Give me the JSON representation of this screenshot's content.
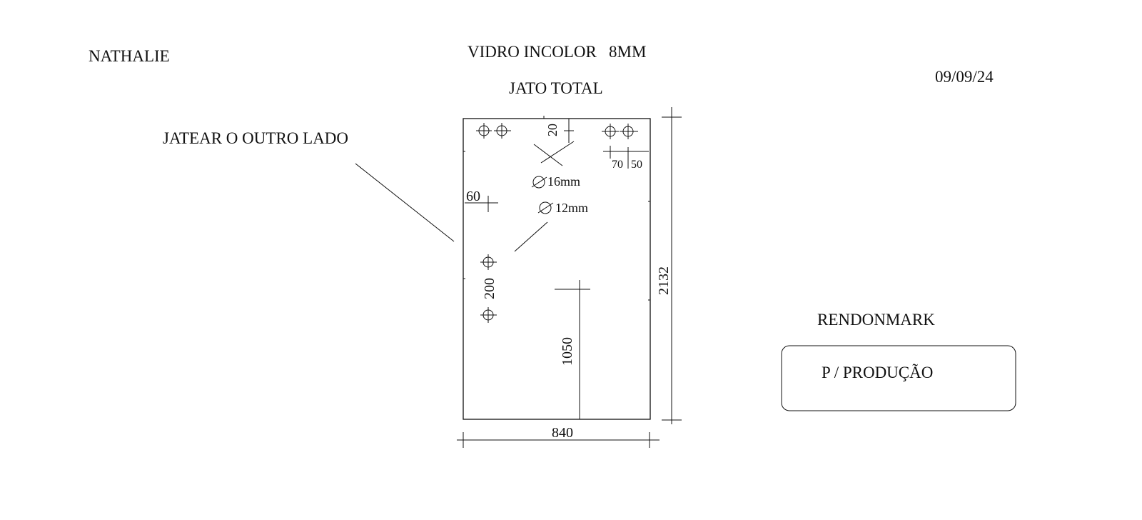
{
  "header": {
    "client": "NATHALIE",
    "material": "VIDRO INCOLOR   8MM",
    "finish": "JATO TOTAL",
    "date": "09/09/24",
    "note": "JATEAR O OUTRO LADO"
  },
  "dimensions": {
    "top_offset": "20",
    "spacing_a": "70",
    "spacing_b": "50",
    "hole_large": "16mm",
    "hole_small": "12mm",
    "left_offset": "60",
    "hole_spacing": "200",
    "height_mark": "1050",
    "total_height": "2132",
    "total_width": "840"
  },
  "footer": {
    "company": "RENDONMARK",
    "status": "P / PRODUÇÃO"
  }
}
